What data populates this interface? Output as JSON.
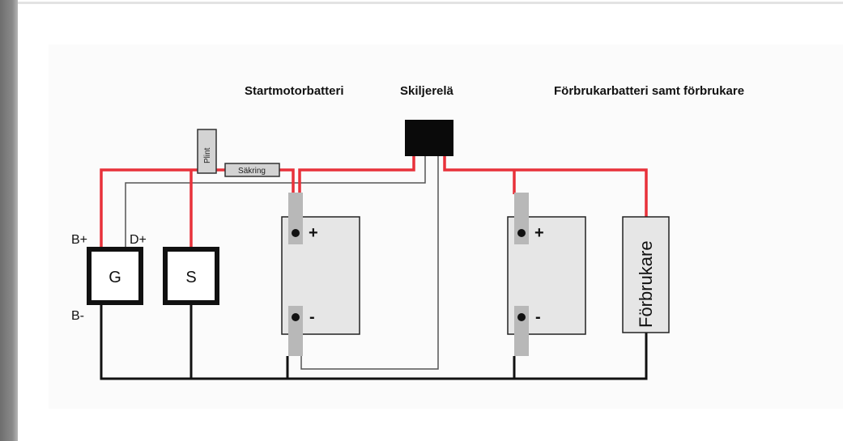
{
  "headings": {
    "start_battery": "Startmotorbatteri",
    "relay": "Skiljerelä",
    "consumer_battery": "Förbrukarbatteri samt förbrukare"
  },
  "components": {
    "generator": "G",
    "starter": "S",
    "generator_b_plus": "B+",
    "generator_d_plus": "D+",
    "generator_b_minus": "B-",
    "terminal_block": "Plint",
    "fuse": "Säkring",
    "consumer": "Förbrukare"
  },
  "batteries": [
    {
      "plus": "+",
      "minus": "-"
    },
    {
      "plus": "+",
      "minus": "-"
    }
  ],
  "colors": {
    "positive_wire": "#e8313a",
    "ground_wire": "#111111",
    "signal_wire": "#555555",
    "battery_fill": "#e6e6e6",
    "terminal_fill": "#b8b8b8",
    "relay_fill": "#0a0a0a"
  }
}
